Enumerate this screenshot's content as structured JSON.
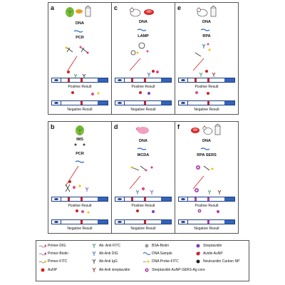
{
  "panels": [
    {
      "letter": "a",
      "steps": [
        "DNA",
        "PCR"
      ],
      "positive": "Positive Result",
      "negative": "Negative Result"
    },
    {
      "letter": "c",
      "steps": [
        "DNA",
        "LAMP"
      ],
      "positive": "Positive Result",
      "negative": "Negative Result"
    },
    {
      "letter": "e",
      "steps": [
        "DNA",
        "RPA"
      ],
      "positive": "Positive Result",
      "negative": "Negative Result"
    },
    {
      "letter": "b",
      "steps": [
        "IMS",
        "PCR"
      ],
      "positive": "Positive Result",
      "negative": "Negative Result"
    },
    {
      "letter": "d",
      "steps": [
        "DNA",
        "MCDA"
      ],
      "positive": "Positive Result",
      "negative": "Negative Result"
    },
    {
      "letter": "f",
      "steps": [
        "DNA",
        "RPA SERS"
      ],
      "positive": "Positive Result",
      "negative": "Negative Result"
    }
  ],
  "legend": [
    {
      "label": "Primer-DIG",
      "color": "#e24a8a",
      "icon": "primer-dig-icon"
    },
    {
      "label": "Ab- Anti FITC",
      "color": "#2e8b57",
      "icon": "antibody-anti-fitc-icon"
    },
    {
      "label": "BSA-Biotin",
      "color": "#9b9b9b",
      "icon": "bsa-biotin-icon"
    },
    {
      "label": "Streptavidin",
      "color": "#7a3fb8",
      "icon": "streptavidin-icon"
    },
    {
      "label": "Primer-Biotin",
      "color": "#d8348a",
      "icon": "primer-biotin-icon"
    },
    {
      "label": "Ab-Anti DIG",
      "color": "#2b5fb0",
      "icon": "antibody-anti-dig-icon"
    },
    {
      "label": "DNA Sample",
      "color": "#333333",
      "icon": "dna-sample-icon"
    },
    {
      "label": "Avidin AuNP",
      "color": "#8a2be2",
      "icon": "avidin-aunp-icon"
    },
    {
      "label": "Primer-FITC",
      "color": "#f2c300",
      "icon": "primer-fitc-icon"
    },
    {
      "label": "Ab-Anti IgG",
      "color": "#333333",
      "icon": "antibody-anti-igg-icon"
    },
    {
      "label": "DNA Probe-FITC",
      "color": "#f2c300",
      "icon": "dna-probe-fitc-icon"
    },
    {
      "label": "Neutravidin Carbon NP",
      "color": "#222222",
      "icon": "neutravidin-carbon-np-icon"
    },
    {
      "label": "AuNP",
      "color": "#d21f1f",
      "icon": "aunp-icon"
    },
    {
      "label": "Ab-Anti streptavidin",
      "color": "#7a1f1f",
      "icon": "antibody-anti-streptavidin-icon"
    },
    {
      "label": "Streptavidin AuNP-SERS-Ag core",
      "color": "#b03aa8",
      "icon": "streptavidin-aunp-sers-ag-core-icon"
    }
  ]
}
